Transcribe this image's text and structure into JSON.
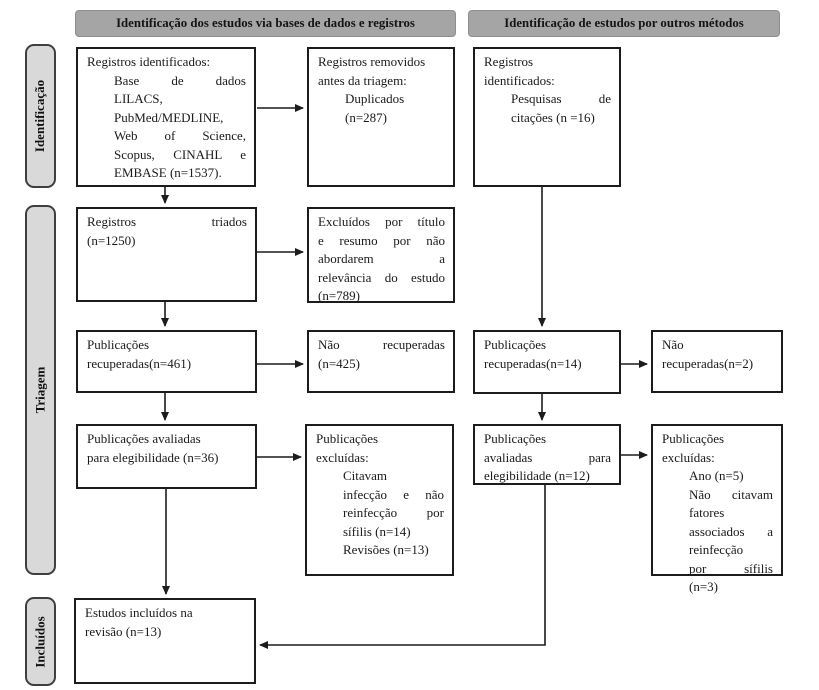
{
  "diagram": {
    "title": "PRISMA flow diagram",
    "headers": [
      {
        "id": "db",
        "label": "Identificação dos estudos via bases de dados e registros"
      },
      {
        "id": "other",
        "label": "Identificação de estudos por outros métodos"
      }
    ],
    "sidebar": [
      {
        "id": "identificacao",
        "label": "Identificação"
      },
      {
        "id": "triagem",
        "label": "Triagem"
      },
      {
        "id": "incluidos",
        "label": "Incluídos"
      }
    ],
    "colors": {
      "header_bg": "#a5a5a5",
      "stage_label_bg": "#d9d9d9",
      "box_border": "#1c1c1c",
      "text": "#1a1a1a",
      "arrow": "#1c1c1c"
    },
    "boxes": [
      {
        "id": "A",
        "name": "registros-identificados-bases",
        "lines": [
          {
            "t": "Registros identificados:",
            "i": false,
            "s": false
          },
          {
            "t": "Base de dados",
            "i": true,
            "s": true
          },
          {
            "t": "LILACS,",
            "i": true,
            "s": false
          },
          {
            "t": "PubMed/MEDLINE,",
            "i": true,
            "s": false
          },
          {
            "t": "Web of Science,",
            "i": true,
            "s": true
          },
          {
            "t": "Scopus, CINAHL e",
            "i": true,
            "s": true
          },
          {
            "t": "EMBASE (n=1537).",
            "i": true,
            "s": false
          }
        ]
      },
      {
        "id": "B",
        "name": "registros-removidos-antes-triagem",
        "lines": [
          {
            "t": "Registros removidos",
            "i": false,
            "s": false
          },
          {
            "t": "antes da triagem:",
            "i": false,
            "s": false
          },
          {
            "t": "Duplicados",
            "i": true,
            "s": false
          },
          {
            "t": "(n=287)",
            "i": true,
            "s": false
          }
        ]
      },
      {
        "id": "J",
        "name": "registros-identificados-outros-metodos",
        "lines": [
          {
            "t": "Registros",
            "i": false,
            "s": false
          },
          {
            "t": "identificados:",
            "i": false,
            "s": false
          },
          {
            "t": "Pesquisas de",
            "i": true,
            "s": true
          },
          {
            "t": "citações (n =16)",
            "i": true,
            "s": false
          }
        ]
      },
      {
        "id": "C",
        "name": "registros-triados",
        "lines": [
          {
            "t": "Registros triados",
            "i": false,
            "s": true
          },
          {
            "t": "(n=1250)",
            "i": false,
            "s": false
          }
        ]
      },
      {
        "id": "D",
        "name": "excluidos-titulo-resumo",
        "lines": [
          {
            "t": "Excluídos por título",
            "i": false,
            "s": true
          },
          {
            "t": "e resumo por não",
            "i": false,
            "s": true
          },
          {
            "t": "abordarem a",
            "i": false,
            "s": true
          },
          {
            "t": "relevância do estudo",
            "i": false,
            "s": true
          },
          {
            "t": "(n=789)",
            "i": false,
            "s": false
          }
        ]
      },
      {
        "id": "E",
        "name": "publicacoes-recuperadas-461",
        "lines": [
          {
            "t": "Publicações",
            "i": false,
            "s": false
          },
          {
            "t": "recuperadas(n=461)",
            "i": false,
            "s": false
          }
        ]
      },
      {
        "id": "F",
        "name": "nao-recuperadas-425",
        "lines": [
          {
            "t": "Não recuperadas",
            "i": false,
            "s": true
          },
          {
            "t": "(n=425)",
            "i": false,
            "s": false
          }
        ]
      },
      {
        "id": "K",
        "name": "publicacoes-recuperadas-14",
        "lines": [
          {
            "t": "Publicações",
            "i": false,
            "s": false
          },
          {
            "t": "recuperadas(n=14)",
            "i": false,
            "s": false
          }
        ]
      },
      {
        "id": "L",
        "name": "nao-recuperadas-2",
        "lines": [
          {
            "t": "Não",
            "i": false,
            "s": false
          },
          {
            "t": "recuperadas(n=2)",
            "i": false,
            "s": false
          }
        ]
      },
      {
        "id": "G",
        "name": "publicacoes-avaliadas-elegibilidade-36",
        "lines": [
          {
            "t": "Publicações avaliadas",
            "i": false,
            "s": false
          },
          {
            "t": "para elegibilidade (n=36)",
            "i": false,
            "s": false
          }
        ]
      },
      {
        "id": "H",
        "name": "publicacoes-excluidas-esquerda",
        "lines": [
          {
            "t": "Publicações",
            "i": false,
            "s": false
          },
          {
            "t": "excluídas:",
            "i": false,
            "s": false
          },
          {
            "t": "Citavam",
            "i": true,
            "s": false
          },
          {
            "t": "infecção e não",
            "i": true,
            "s": true
          },
          {
            "t": "reinfecção por",
            "i": true,
            "s": true
          },
          {
            "t": "sífilis (n=14)",
            "i": true,
            "s": false
          },
          {
            "t": "Revisões (n=13)",
            "i": true,
            "s": false
          }
        ]
      },
      {
        "id": "M",
        "name": "publicacoes-avaliadas-elegibilidade-12",
        "lines": [
          {
            "t": "Publicações",
            "i": false,
            "s": false
          },
          {
            "t": "avaliadas para",
            "i": false,
            "s": true
          },
          {
            "t": "elegibilidade (n=12)",
            "i": false,
            "s": false
          }
        ]
      },
      {
        "id": "N",
        "name": "publicacoes-excluidas-direita",
        "lines": [
          {
            "t": "Publicações",
            "i": false,
            "s": false
          },
          {
            "t": "excluídas:",
            "i": false,
            "s": false
          },
          {
            "t": "Ano (n=5)",
            "i": true,
            "s": false
          },
          {
            "t": "Não citavam",
            "i": true,
            "s": true
          },
          {
            "t": "fatores",
            "i": true,
            "s": false
          },
          {
            "t": "associados a",
            "i": true,
            "s": true
          },
          {
            "t": "reinfecção",
            "i": true,
            "s": false
          },
          {
            "t": "por sífilis",
            "i": true,
            "s": true
          },
          {
            "t": "(n=3)",
            "i": true,
            "s": false
          }
        ]
      },
      {
        "id": "I",
        "name": "estudos-incluidos-revisao",
        "lines": [
          {
            "t": "Estudos incluídos na",
            "i": false,
            "s": false
          },
          {
            "t": "revisão (n=13)",
            "i": false,
            "s": false
          }
        ]
      }
    ]
  }
}
